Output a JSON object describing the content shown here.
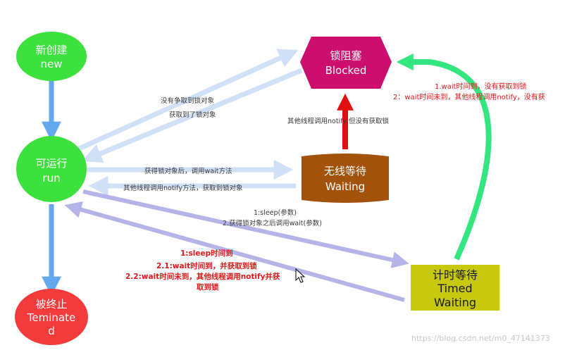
{
  "nodes": {
    "new": {
      "line1": "新创建",
      "line2": "new",
      "color": "#3de13d"
    },
    "run": {
      "line1": "可运行",
      "line2": "run",
      "color": "#3de13d"
    },
    "terminated": {
      "line1": "被终止",
      "line2": "Teminate",
      "line3": "d",
      "color": "#f43b3b"
    },
    "blocked": {
      "line1": "锁阻塞",
      "line2": "Blocked",
      "color": "#cc0f6e"
    },
    "waiting": {
      "line1": "无线等待",
      "line2": "Waiting",
      "color": "#a3520c"
    },
    "timed_waiting": {
      "line1": "计时等待",
      "line2": "Timed",
      "line3": "Waiting",
      "color": "#c8c80e"
    }
  },
  "edges": {
    "run_to_blocked": "没有争取到锁对象",
    "blocked_to_run": "获取到了锁对象",
    "run_to_waiting": "获得锁对象后，调用wait方法",
    "waiting_to_run": "其他线程调用notify方法，获取到锁对象",
    "waiting_to_blocked": "其他线程调用notify,但没有获取锁",
    "run_to_timed": {
      "line1": "1:sleep(参数)",
      "line2": "2.获得锁对象之后调用wait(参数)"
    },
    "timed_to_run": {
      "line1": "1:sleep时间到",
      "line2": "2.1:wait时间到，并获取到锁",
      "line3": "2.2:wait时间未到，其他线程调用notify并获",
      "line4": "取到锁"
    },
    "timed_to_blocked": {
      "line1": "1.wait时间到，没有获取到锁",
      "line2": "2：wait时间未到，其他线程调用notify，没有获"
    }
  },
  "colors": {
    "primary_arrow": "#64a8f0",
    "light_arrow": "#cfe0f7",
    "purple_arrow": "#b4b4e8",
    "red_arrow": "#e01010",
    "green_arrow": "#33e680"
  },
  "watermark": "https://blog.csdn.net/m0_47141373"
}
